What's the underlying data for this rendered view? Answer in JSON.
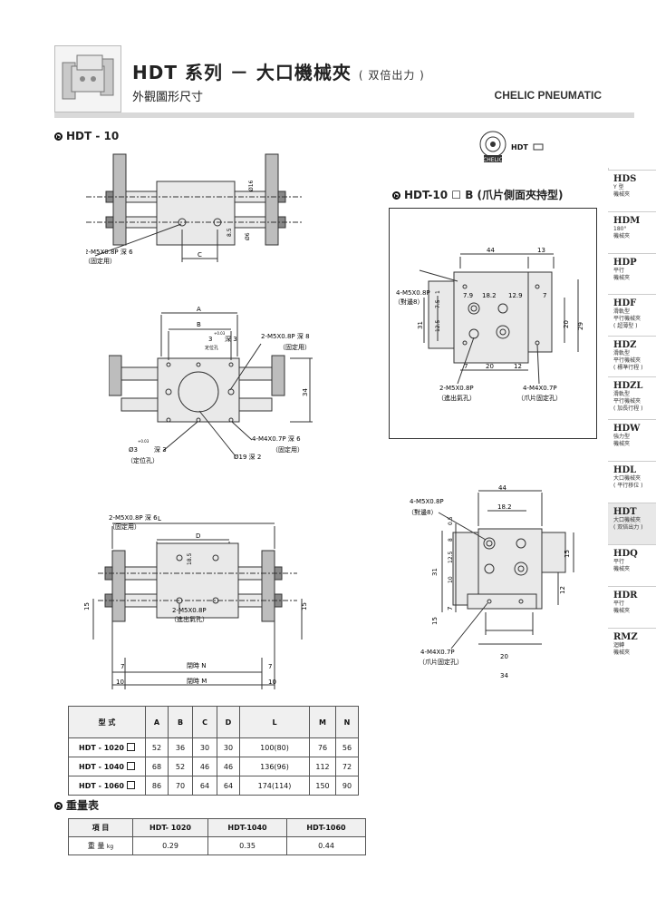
{
  "header": {
    "title_main": "HDT 系列 － 大口機械夾",
    "title_sub": "( 双倍出力 )",
    "subtitle": "外觀圖形尺寸",
    "brand": "CHELIC PNEUMATIC"
  },
  "section_main": {
    "title": "HDT - 10"
  },
  "section_b": {
    "title": "HDT-10 ☐ B (爪片側面夾持型)"
  },
  "symbol": {
    "label": "HDT",
    "icon": "cylinder-symbol-icon",
    "stamp": "CHELIC"
  },
  "drawing1": {
    "labels": {
      "port": "2-M5X0.8P 深 6",
      "port_note": "（固定用）",
      "dim_c": "C",
      "d16": "Ø16",
      "d8": "8.5",
      "d6": "Ø6"
    }
  },
  "drawing2": {
    "labels": {
      "dim_a": "A",
      "dim_b": "B",
      "tol_top": "+0.03",
      "pin_top": "3",
      "depth_top": "深 3",
      "pos_top": "定位孔",
      "tap_top": "2-M5X0.8P 深 8",
      "tap_top_note": "（固定用）",
      "dim_34": "34",
      "tap_bot": "4-M4X0.7P 深 6",
      "tap_bot_note": "（固定用）",
      "tol_bot": "+0.03",
      "pin_bot": "Ø3",
      "depth_bot": "深 3",
      "pos_bot": "（定位孔）",
      "bore": "Ø19 深 2"
    }
  },
  "drawing3": {
    "labels": {
      "dim_l": "L",
      "dim_d": "D",
      "tap": "2-M5X0.8P 深 6",
      "tap_note": "（固定用）",
      "d185": "18.5",
      "air": "2-M5X0.8P",
      "air_note": "（進出氣孔）",
      "d15l": "15",
      "d15r": "15",
      "d7l": "7",
      "d7r": "7",
      "d10l": "10",
      "d10r": "10",
      "open_n": "閉時 N",
      "open_m": "閉時 M"
    }
  },
  "drawing4": {
    "labels": {
      "d44": "44",
      "d13": "13",
      "tap": "4-M5X0.8P",
      "tap_note": "（對邊8）",
      "d79": "7.9",
      "d182": "18.2",
      "d129": "12.9",
      "d7": "7",
      "d1": "1",
      "d75": "7.5",
      "d31": "31",
      "d125": "12.5",
      "d20v": "20",
      "d29": "29",
      "d7b": "7",
      "d20b": "20",
      "d12b": "12",
      "air": "2-M5X0.8P",
      "air_note": "（進出氣孔）",
      "jaw": "4-M4X0.7P",
      "jaw_note": "（爪片固定孔）"
    }
  },
  "drawing5": {
    "labels": {
      "d44": "44",
      "tap": "4-M5X0.8P",
      "tap_note": "（對邊8）",
      "d182": "18.2",
      "d05": "0.5",
      "d8": "8",
      "d31": "31",
      "d125": "12.5",
      "d10": "10",
      "d15l": "15",
      "d7": "7",
      "d15r": "15",
      "d12": "12",
      "jaw": "4-M4X0.7P",
      "jaw_note": "（爪片固定孔）",
      "d20": "20",
      "d34": "34"
    }
  },
  "sidebar": {
    "tabs": [
      {
        "code": "HDS",
        "desc": [
          "Y 型",
          "機械夾"
        ]
      },
      {
        "code": "HDM",
        "desc": [
          "180°",
          "機械夾"
        ]
      },
      {
        "code": "HDP",
        "desc": [
          "平行",
          "機械夾"
        ]
      },
      {
        "code": "HDF",
        "desc": [
          "滑軌型",
          "平行機械夾",
          "( 超薄型 )"
        ]
      },
      {
        "code": "HDZ",
        "desc": [
          "滑軌型",
          "平行機械夾",
          "( 標準行程 )"
        ]
      },
      {
        "code": "HDZL",
        "desc": [
          "滑軌型",
          "平行機械夾",
          "( 加長行程 )"
        ]
      },
      {
        "code": "HDW",
        "desc": [
          "強力型",
          "機械夾"
        ]
      },
      {
        "code": "HDL",
        "desc": [
          "大口機械夾",
          "( 平行移位 )"
        ]
      },
      {
        "code": "HDT",
        "desc": [
          "大口機械夾",
          "( 双倍出力 )"
        ]
      },
      {
        "code": "HDQ",
        "desc": [
          "平行",
          "機械夾"
        ]
      },
      {
        "code": "HDR",
        "desc": [
          "平行",
          "機械夾"
        ]
      },
      {
        "code": "RMZ",
        "desc": [
          "迴轉",
          "機械夾"
        ]
      }
    ],
    "active": "HDT"
  },
  "dims_table": {
    "headers": [
      "型 式",
      "A",
      "B",
      "C",
      "D",
      "L",
      "M",
      "N"
    ],
    "rows": [
      [
        "HDT - 1020",
        "52",
        "36",
        "30",
        "30",
        "100(80)",
        "76",
        "56"
      ],
      [
        "HDT - 1040",
        "68",
        "52",
        "46",
        "46",
        "136(96)",
        "112",
        "72"
      ],
      [
        "HDT - 1060",
        "86",
        "70",
        "64",
        "64",
        "174(114)",
        "150",
        "90"
      ]
    ]
  },
  "weight": {
    "title": "重量表",
    "headers": [
      "項 目",
      "HDT- 1020",
      "HDT-1040",
      "HDT-1060"
    ],
    "row_label": "重 量",
    "unit": "kg",
    "values": [
      "0.29",
      "0.35",
      "0.44"
    ]
  }
}
